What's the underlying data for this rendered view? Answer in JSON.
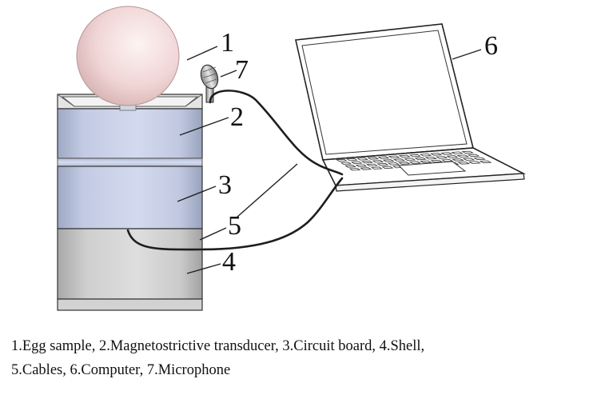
{
  "callouts": {
    "c1": "1",
    "c2": "2",
    "c3": "3",
    "c4": "4",
    "c5": "5",
    "c6": "6",
    "c7": "7"
  },
  "caption": {
    "line1": "1.Egg sample, 2.Magnetostrictive transducer, 3.Circuit board, 4.Shell,",
    "line2": "5.Cables, 6.Computer, 7.Microphone"
  },
  "colors": {
    "egg": "#f2d9d9",
    "cylinder_upper": "#bfc8e0",
    "cylinder_lower": "#c9c9c9",
    "outline": "#222222"
  }
}
